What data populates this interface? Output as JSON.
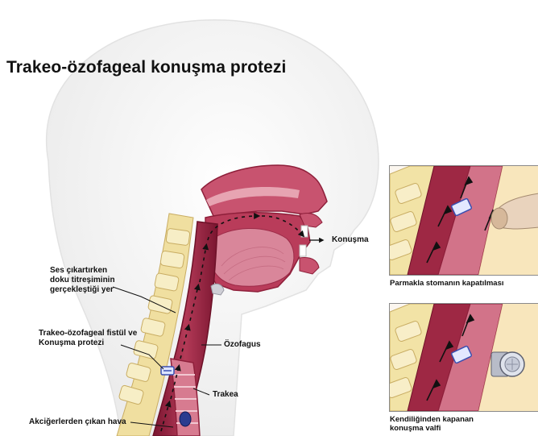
{
  "title": "Trakeo-özofageal konuşma protezi",
  "labels": {
    "speech": "Konuşma",
    "vibration": "Ses çıkartırken\ndoku titreşiminin\ngerçekleştiği yer",
    "fistula": "Trakeo-özofageal fistül ve\nKonuşma protezi",
    "esophagus": "Özofagus",
    "trachea": "Trakea",
    "lung_air": "Akciğerlerden çıkan hava"
  },
  "panels": [
    {
      "caption": "Parmakla stomanın kapatılması"
    },
    {
      "caption": "Kendiliğinden kapanan\nkonuşma valfi"
    }
  ],
  "colors": {
    "tissue_dark": "#8e1f3a",
    "tissue_mid": "#b8405c",
    "tissue_light": "#d9869a",
    "mouth_inner": "#efb9c3",
    "spine": "#f2e3a6",
    "spine_shadow": "#d8c27a",
    "head_silhouette": "#f1f1f1",
    "valve_blue": "#3a4fb0"
  }
}
